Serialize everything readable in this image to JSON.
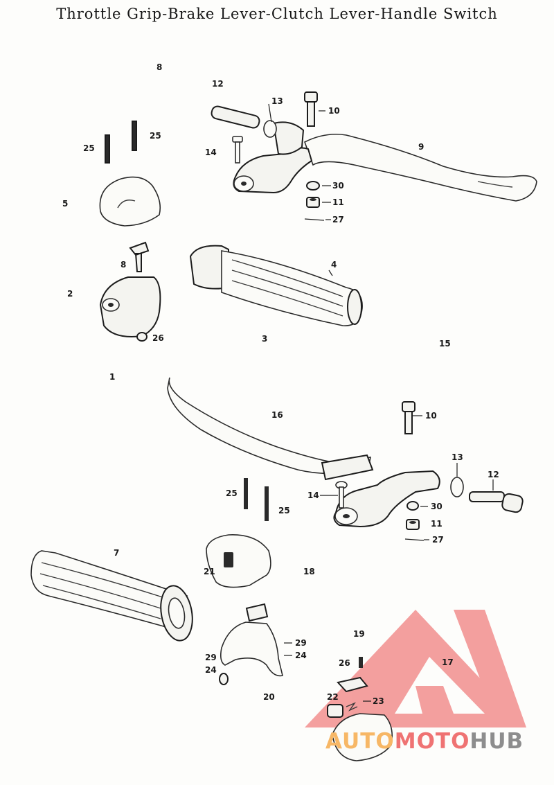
{
  "title": "Throttle Grip-Brake Lever-Clutch Lever-Handle Switch",
  "watermark": {
    "part1": "AUTO",
    "part2": "MOTO",
    "part3": "HUB",
    "colors": {
      "auto": "#f7b766",
      "moto": "#ef7373",
      "hub": "#8d8d8d",
      "logo": "#f08080"
    }
  },
  "callouts": {
    "c8a": "8",
    "c12a": "12",
    "c13a": "13",
    "c10a": "10",
    "c25a": "25",
    "c25b": "25",
    "c14a": "14",
    "c9": "9",
    "c30a": "30",
    "c11a": "11",
    "c5": "5",
    "c27a": "27",
    "c8b": "8",
    "c4": "4",
    "c2": "2",
    "c26a": "26",
    "c3": "3",
    "c15": "15",
    "c1": "1",
    "c16": "16",
    "c10b": "10",
    "c13b": "13",
    "c12b": "12",
    "c25c": "25",
    "c14b": "14",
    "c25d": "25",
    "c30b": "30",
    "c11b": "11",
    "c27b": "27",
    "c7": "7",
    "c21": "21",
    "c18": "18",
    "c19": "19",
    "c29a": "29",
    "c24a": "24",
    "c29b": "29",
    "c24b": "24",
    "c26b": "26",
    "c17": "17",
    "c20": "20",
    "c22": "22",
    "c23": "23"
  }
}
